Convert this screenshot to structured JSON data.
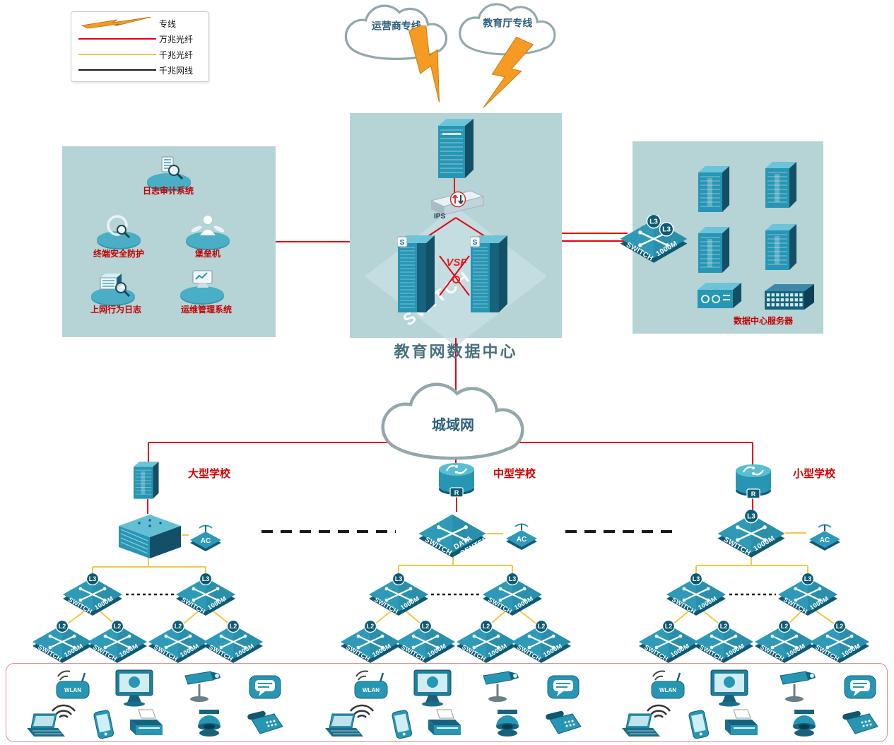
{
  "legend": {
    "items": [
      {
        "label": "专线"
      },
      {
        "label": "万兆光纤"
      },
      {
        "label": "千兆光纤"
      },
      {
        "label": "千兆网线"
      }
    ]
  },
  "clouds": {
    "carrier": "运营商专线",
    "education": "教育厅专线",
    "man": "城域网"
  },
  "datacenter": {
    "title": "教育网数据中心",
    "vsf": "VSF",
    "ips": "IPS",
    "switch_watermark": "SWITCH",
    "server_flag": "S"
  },
  "security_box": {
    "items": [
      {
        "label": "日志审计系统"
      },
      {
        "label": "终端安全防护"
      },
      {
        "label": "堡垒机"
      },
      {
        "label": "上网行为日志"
      },
      {
        "label": "运维管理系统"
      }
    ]
  },
  "server_box": {
    "label": "数据中心服务器"
  },
  "schools": {
    "large": {
      "label": "大型学校"
    },
    "medium": {
      "label": "中型学校",
      "core_line1": "SWITCH",
      "core_line2": "DATA",
      "core_line3": "CENTER"
    },
    "small": {
      "label": "小型学校"
    }
  },
  "switch": {
    "label_left": "SWITCH",
    "label_right": "1000M",
    "l3": "L3",
    "l2": "L2"
  },
  "ac": {
    "label": "AC"
  },
  "router": {
    "badge": "R"
  },
  "endpoints": {
    "wlan": "WLAN"
  },
  "colors": {
    "fiber10g": "#e60012",
    "fiber1g": "#f3c846",
    "cable1g": "#1a1a1a",
    "device": "#2e9ab8"
  }
}
